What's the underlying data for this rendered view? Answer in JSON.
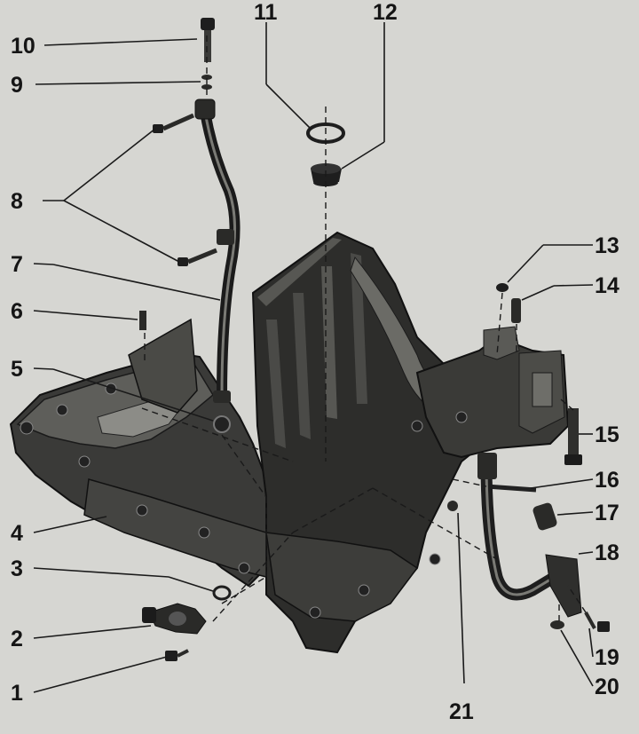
{
  "labels": {
    "n1": "1",
    "n2": "2",
    "n3": "3",
    "n4": "4",
    "n5": "5",
    "n6": "6",
    "n7": "7",
    "n8": "8",
    "n9": "9",
    "n10": "10",
    "n11": "11",
    "n12": "12",
    "n13": "13",
    "n14": "14",
    "n15": "15",
    "n16": "16",
    "n17": "17",
    "n18": "18",
    "n19": "19",
    "n20": "20",
    "n21": "21"
  },
  "colors": {
    "background": "#d6d6d2",
    "casting": "#2b2b2b",
    "casting_light": "#6a6a66",
    "ink": "#151515"
  }
}
